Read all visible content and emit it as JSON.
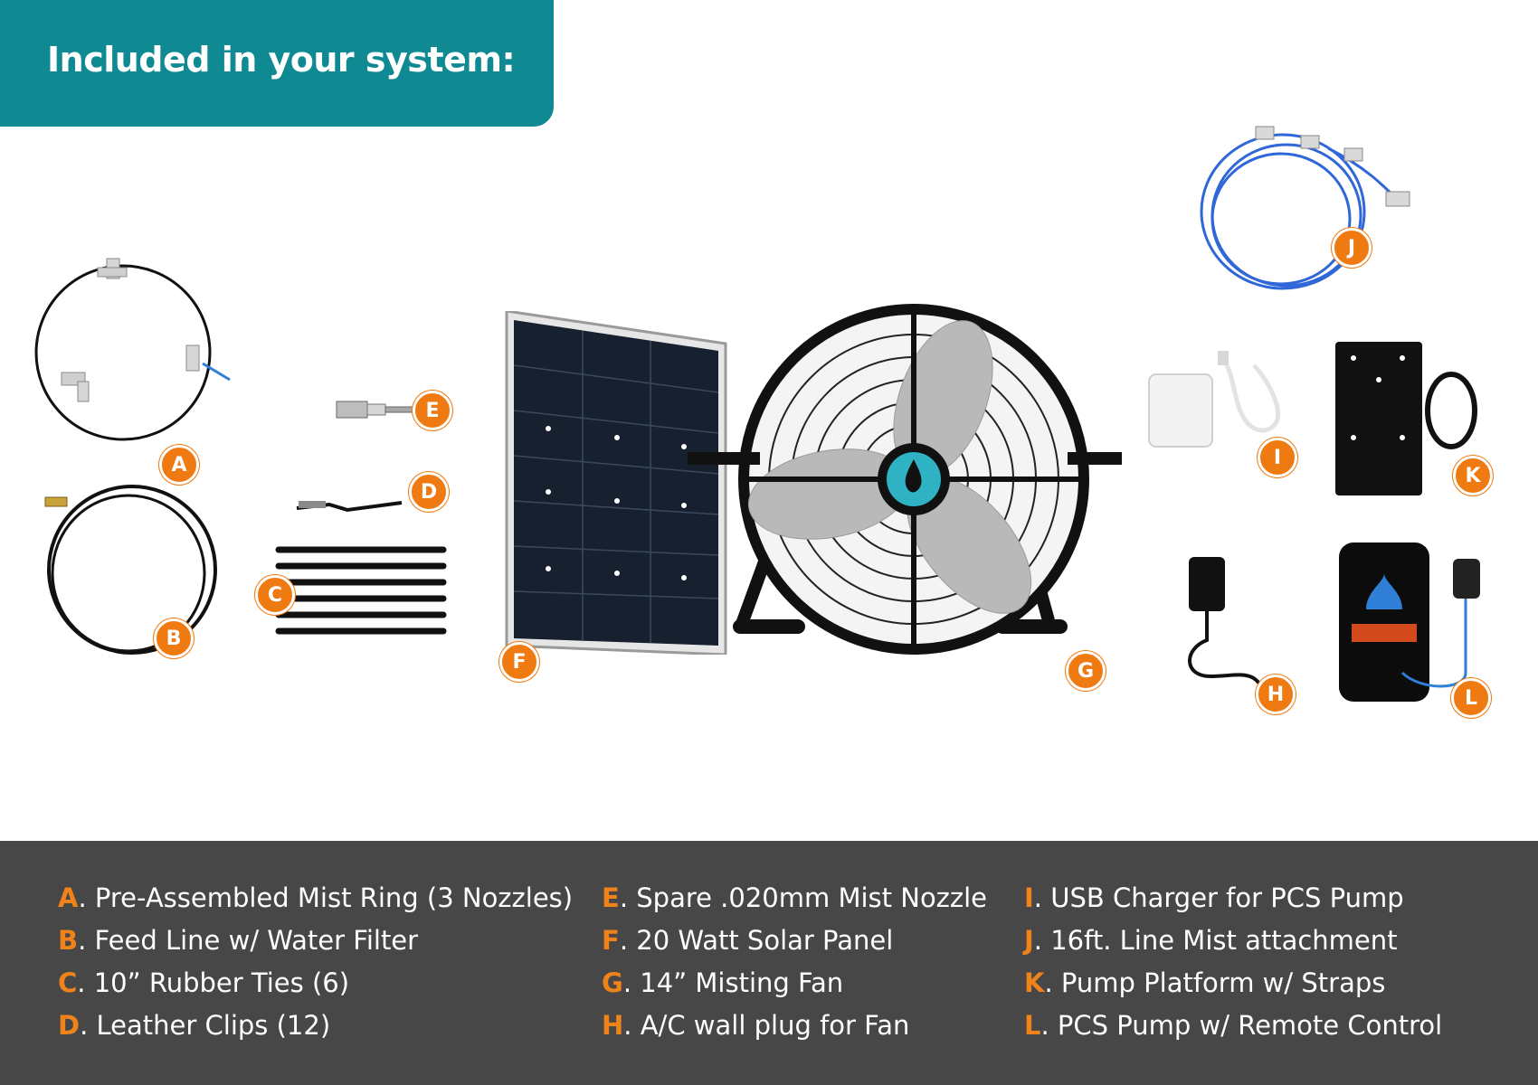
{
  "header": {
    "title": "Included in your system:"
  },
  "badges": {
    "a": "A",
    "b": "B",
    "c": "C",
    "d": "D",
    "e": "E",
    "f": "F",
    "g": "G",
    "h": "H",
    "i": "I",
    "j": "J",
    "k": "K",
    "l": "L"
  },
  "legend": {
    "col1": [
      {
        "letter": "A",
        "text": ". Pre-Assembled Mist Ring (3 Nozzles)"
      },
      {
        "letter": "B",
        "text": ". Feed Line w/ Water Filter"
      },
      {
        "letter": "C",
        "text": ". 10” Rubber Ties (6)"
      },
      {
        "letter": "D",
        "text": ". Leather Clips (12)"
      }
    ],
    "col2": [
      {
        "letter": "E",
        "text": ". Spare .020mm Mist Nozzle"
      },
      {
        "letter": "F",
        "text": ". 20 Watt Solar Panel"
      },
      {
        "letter": "G",
        "text": ". 14” Misting Fan"
      },
      {
        "letter": "H",
        "text": ". A/C wall plug for Fan"
      }
    ],
    "col3": [
      {
        "letter": "I",
        "text": ". USB Charger for PCS Pump"
      },
      {
        "letter": "J",
        "text": ". 16ft. Line Mist attachment"
      },
      {
        "letter": "K",
        "text": ". Pump Platform w/ Straps"
      },
      {
        "letter": "L",
        "text": ". PCS Pump w/ Remote Control"
      }
    ]
  },
  "colors": {
    "teal": "#0f8a93",
    "orange": "#f07a12",
    "legend_bg": "#474747"
  }
}
